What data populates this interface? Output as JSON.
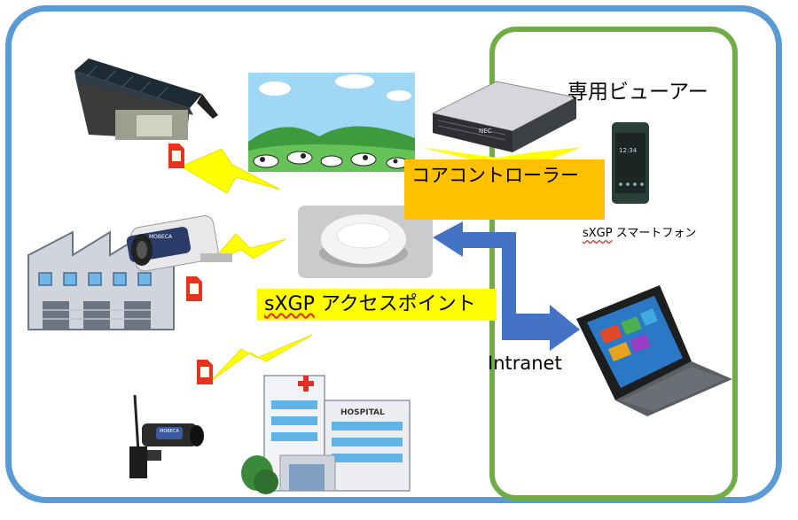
{
  "labels": {
    "viewer_title": "専用ビューアー",
    "core_controller": "コアコントローラー",
    "access_point_prefix": "sXGP",
    "access_point_suffix": " アクセスポイント",
    "smartphone_prefix": "sXGP",
    "smartphone_suffix": " スマートフォン",
    "intranet": "Intranet",
    "hospital_sign": "HOSPITAL",
    "server_brand": "NEC",
    "phone_time": "12:34",
    "camera_brand": "MOBECA"
  },
  "colors": {
    "outer_frame": "#5b9bd5",
    "green_frame": "#70ad47",
    "lightning": "#ffff00",
    "arrow": "#4472c4",
    "core_label_bg": "#ffc000",
    "ap_label_bg": "#ffff00",
    "sim": "#e8321e"
  },
  "icons": [
    "solar-camera-housing-icon",
    "factory-camera-icon",
    "wireless-camera-icon",
    "hospital-icon",
    "farm-cows-icon",
    "server-icon",
    "smartphone-icon",
    "tablet-icon",
    "access-point-icon",
    "sim-card-icon",
    "lightning-bolt-icon",
    "double-arrow-icon"
  ]
}
